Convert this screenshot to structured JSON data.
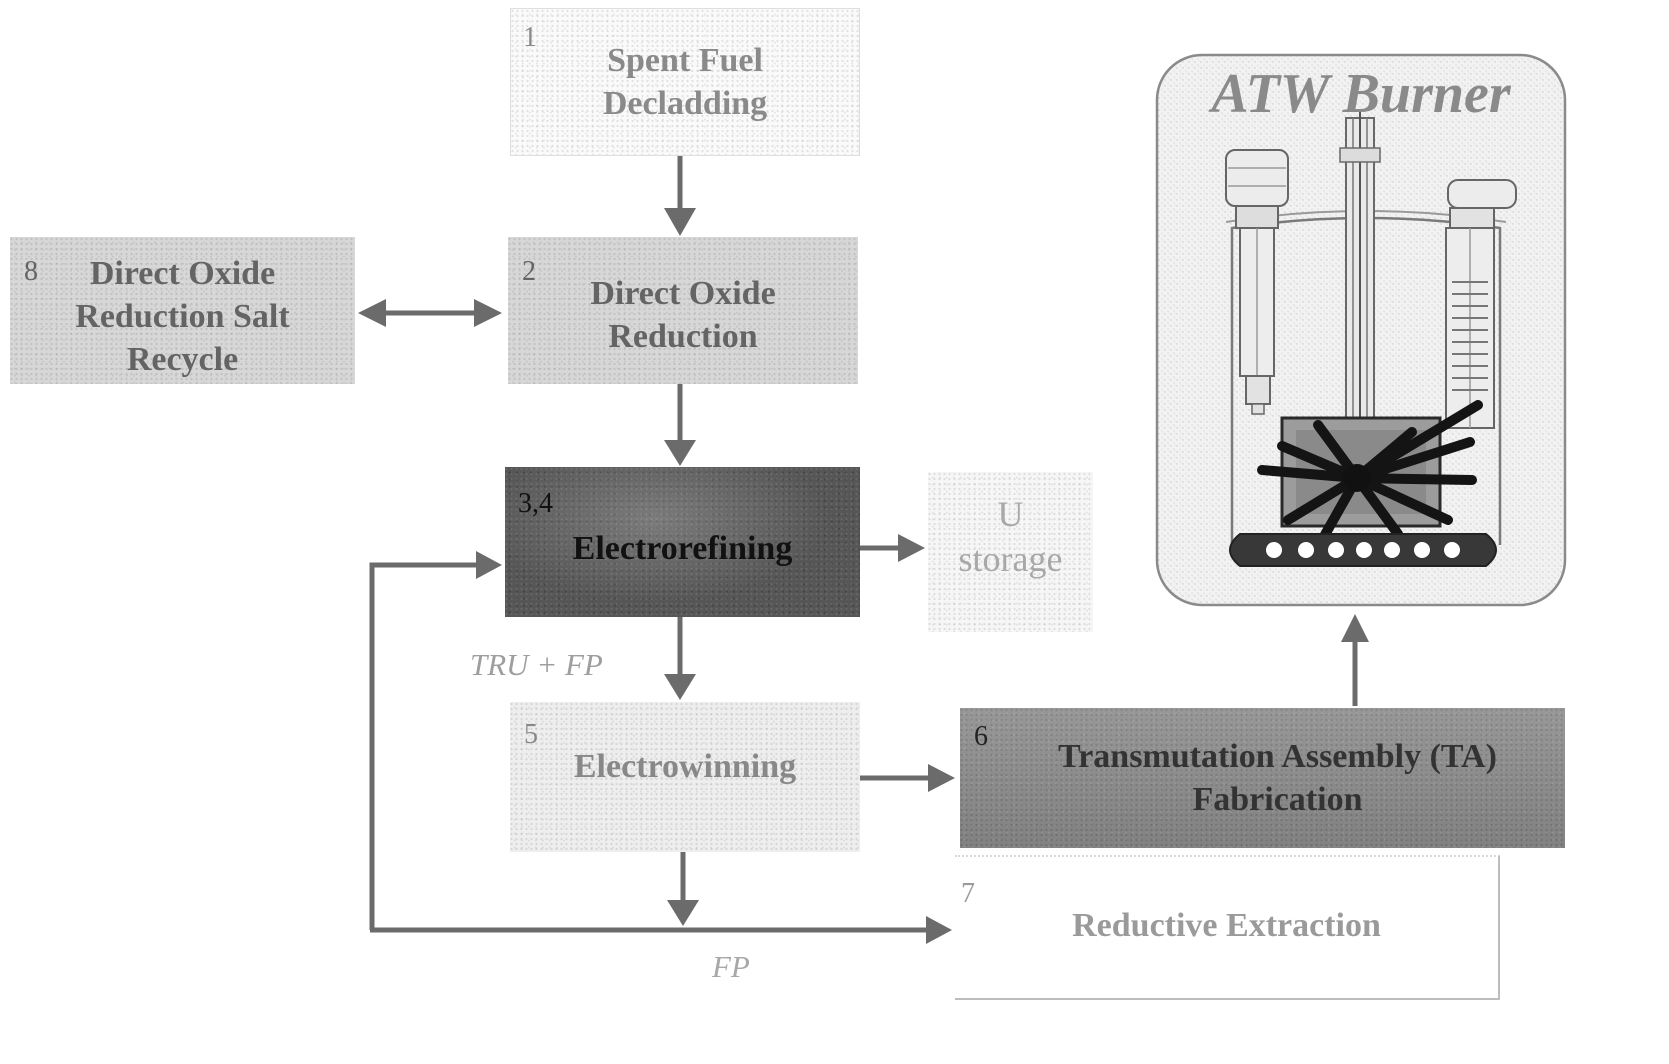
{
  "diagram": {
    "nodes": {
      "spent_fuel_decladding": {
        "number": "1",
        "lines": [
          "Spent Fuel",
          "Decladding"
        ]
      },
      "direct_oxide_reduction": {
        "number": "2",
        "lines": [
          "Direct Oxide",
          "Reduction"
        ]
      },
      "electrorefining": {
        "number": "3,4",
        "lines": [
          "Electrorefining"
        ]
      },
      "electrowinning": {
        "number": "5",
        "lines": [
          "Electrowinning"
        ]
      },
      "ta_fabrication": {
        "number": "6",
        "lines": [
          "Transmutation Assembly (TA)",
          "Fabrication"
        ]
      },
      "reductive_extraction": {
        "number": "7",
        "lines": [
          "Reductive Extraction"
        ]
      },
      "salt_recycle": {
        "number": "8",
        "lines": [
          "Direct Oxide",
          "Reduction Salt",
          "Recycle"
        ]
      },
      "u_storage": {
        "lines": [
          "U",
          "storage"
        ]
      }
    },
    "edge_labels": {
      "tru_fp": "TRU + FP",
      "fp": "FP"
    },
    "burner": {
      "title": "ATW Burner",
      "icon": "reactor-vessel-icon"
    },
    "colors": {
      "arrow": "#6b6b6b",
      "box_light": "#fafafa",
      "box_mid": "#d7d7d7",
      "box_dark": "#565656",
      "box_fab": "#8c8c8c"
    }
  }
}
